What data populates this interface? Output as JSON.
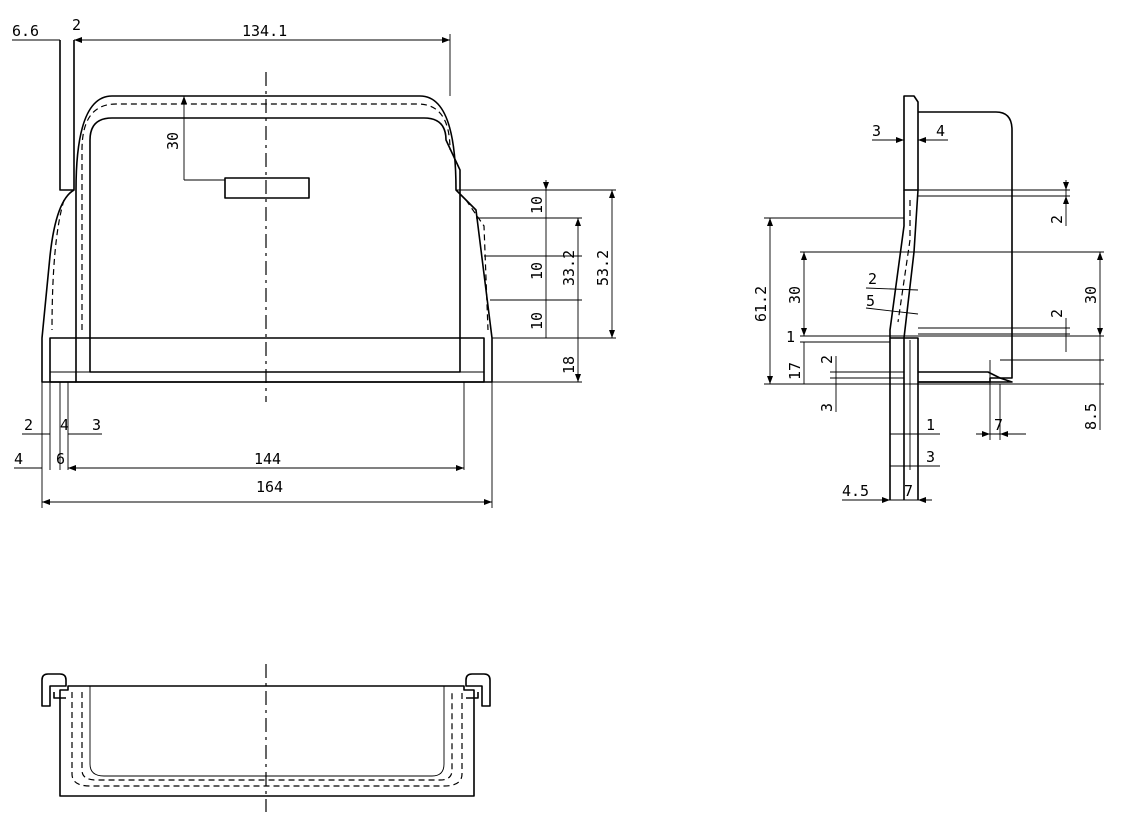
{
  "drawing": {
    "front_view": {
      "dims": {
        "top_left_offset": "6.6",
        "top_wall": "2",
        "top_width": "134.1",
        "slot_depth": "30",
        "step_a": "10",
        "step_b": "10",
        "step_c": "10",
        "height_mid": "33.2",
        "height_total": "53.2",
        "base_height": "18",
        "bottom_2": "2",
        "bottom_4": "4",
        "bottom_3": "3",
        "left_4": "4",
        "left_6": "6",
        "inner_width": "144",
        "overall_width": "164"
      }
    },
    "side_view": {
      "dims": {
        "top_3": "3",
        "top_4": "4",
        "right_2_upper": "2",
        "total_height": "61.2",
        "left_30": "30",
        "slope_2": "2",
        "slope_5": "5",
        "right_2_lower": "2",
        "right_30": "30",
        "left_1": "1",
        "left_17": "17",
        "foot_2": "2",
        "foot_3": "3",
        "bottom_1": "1",
        "bottom_3": "3",
        "bottom_7": "7",
        "bottom_45": "4.5",
        "bottom_7b": "7",
        "right_85": "8.5"
      }
    }
  }
}
